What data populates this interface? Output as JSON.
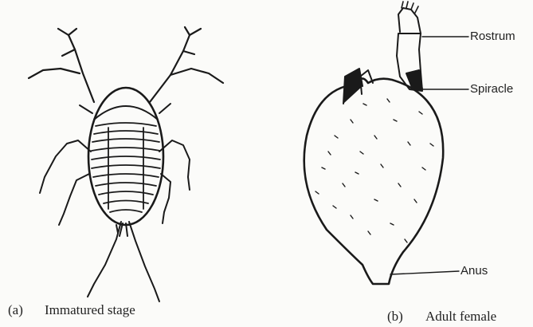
{
  "figure_a": {
    "marker": "(a)",
    "caption": "Immatured stage"
  },
  "figure_b": {
    "marker": "(b)",
    "caption": "Adult female",
    "labels": {
      "rostrum": "Rostrum",
      "spiracle": "Spiracle",
      "anus": "Anus"
    }
  },
  "colors": {
    "ink": "#1a1a1a",
    "paper": "#fbfbf9"
  }
}
